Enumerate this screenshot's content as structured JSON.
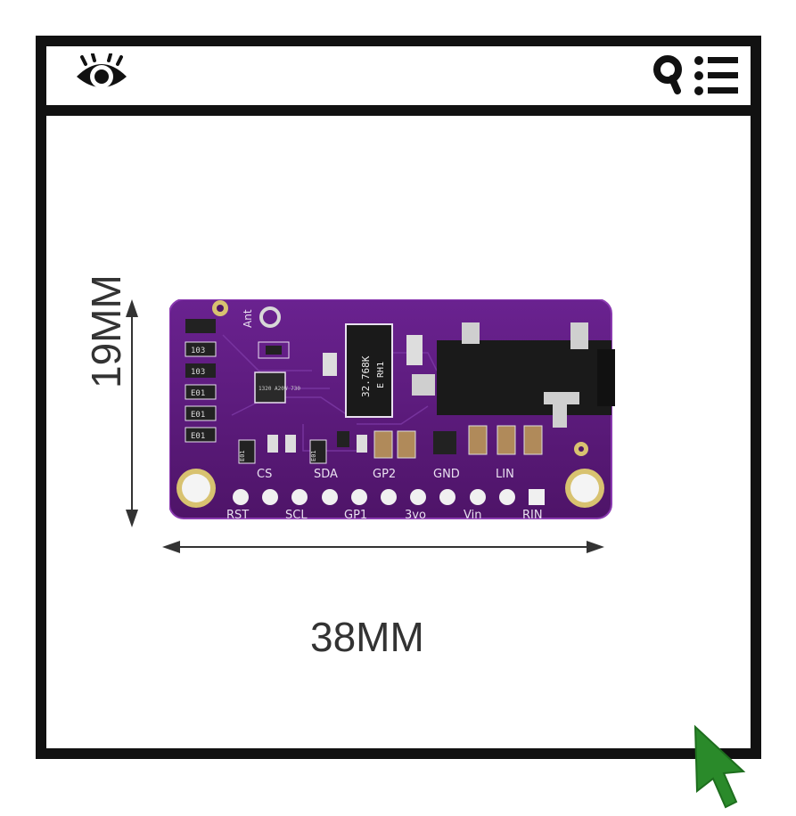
{
  "toolbar": {
    "view_icon": "eye-icon",
    "search_icon": "search-icon",
    "menu_icon": "list-menu-icon"
  },
  "product_image": {
    "dimensions": {
      "height_label": "19MM",
      "width_label": "38MM"
    },
    "board": {
      "antenna_label": "Ant",
      "crystal_label_1": "32.768K",
      "crystal_label_2": "E RH1",
      "chip_label": "1320 A20W 730",
      "resistor_labels": [
        "103",
        "103",
        "E01",
        "E01",
        "E01",
        "E01",
        "E01"
      ],
      "pin_labels_top": [
        "CS",
        "SDA",
        "GP2",
        "GND",
        "LIN"
      ],
      "pin_labels_bottom": [
        "RST",
        "SCL",
        "GP1",
        "3vo",
        "Vin",
        "RIN"
      ]
    },
    "colors": {
      "pcb": "#5c1a7a",
      "pcb_edge": "#7a2aa0",
      "silkscreen": "#e9e0f0",
      "dimension_text": "#333333"
    }
  },
  "cursor": {
    "icon": "arrow-cursor-icon",
    "color": "#2a8a2a"
  }
}
